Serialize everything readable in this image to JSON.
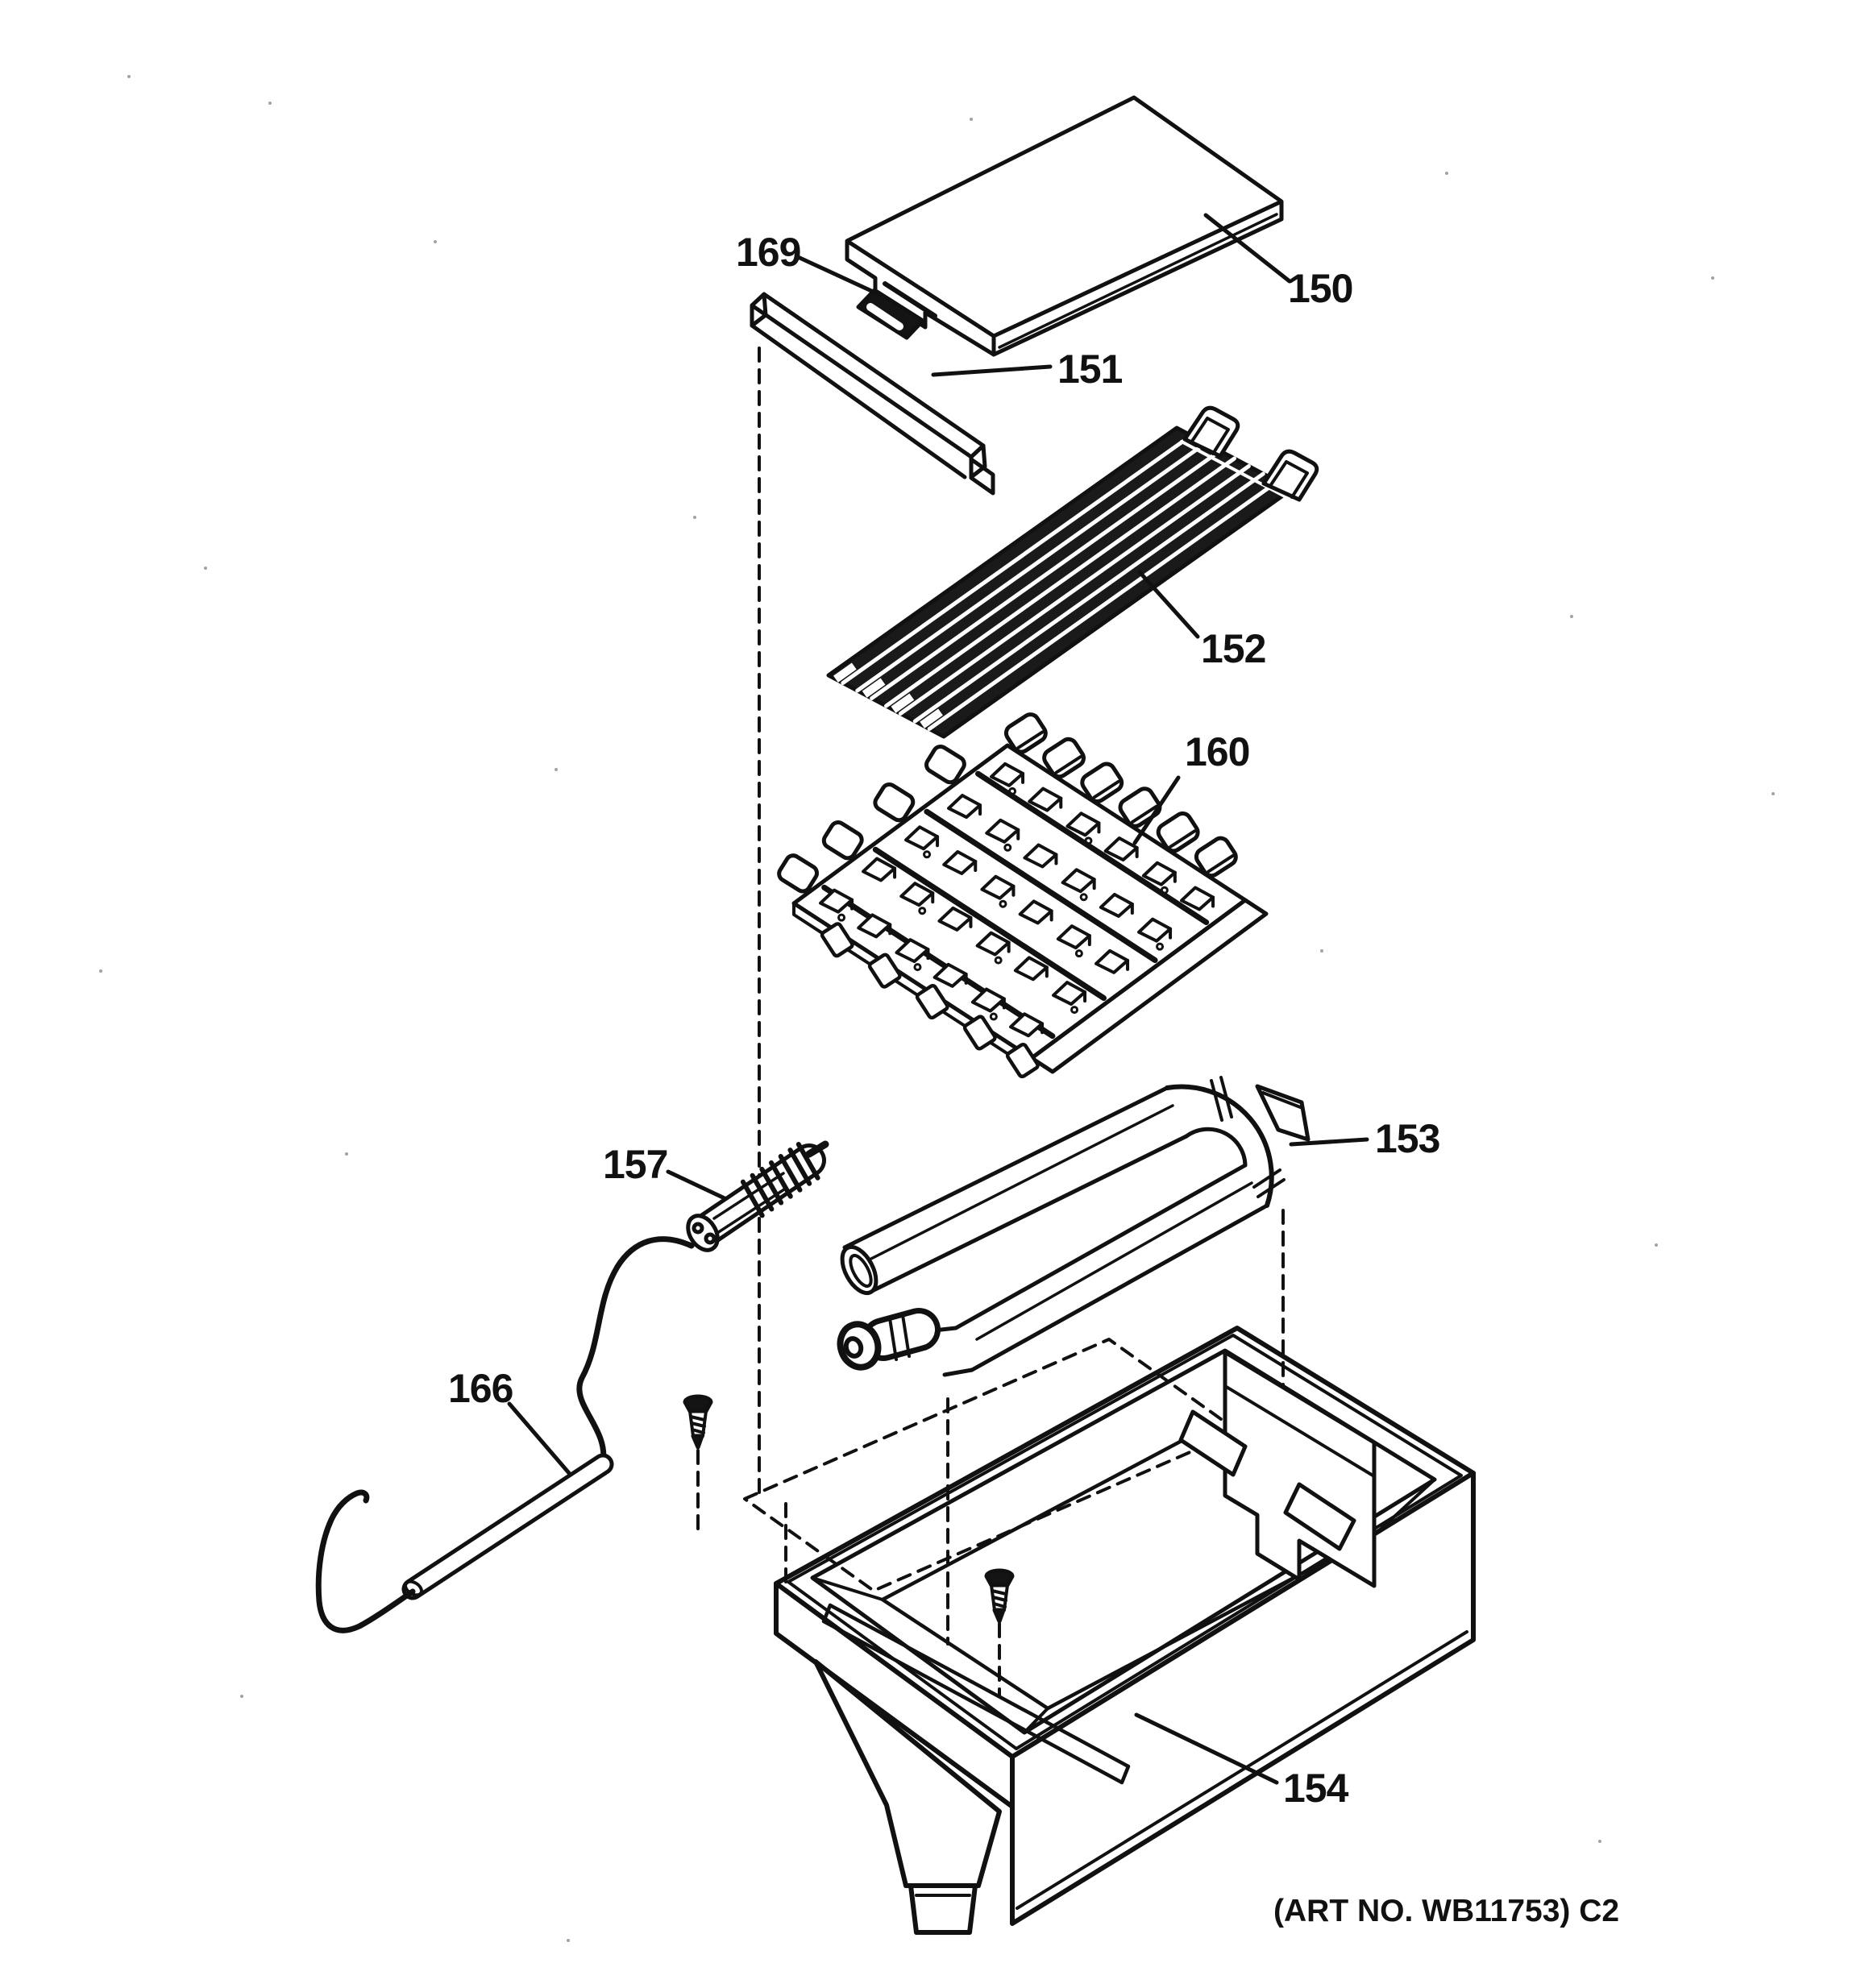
{
  "diagram": {
    "kind": "exploded-parts-diagram",
    "art_note": "(ART NO. WB11753) C2",
    "part_labels": [
      {
        "text": "169"
      },
      {
        "text": "150"
      },
      {
        "text": "151"
      },
      {
        "text": "152"
      },
      {
        "text": "160"
      },
      {
        "text": "157"
      },
      {
        "text": "153"
      },
      {
        "text": "166"
      },
      {
        "text": "154"
      }
    ]
  }
}
